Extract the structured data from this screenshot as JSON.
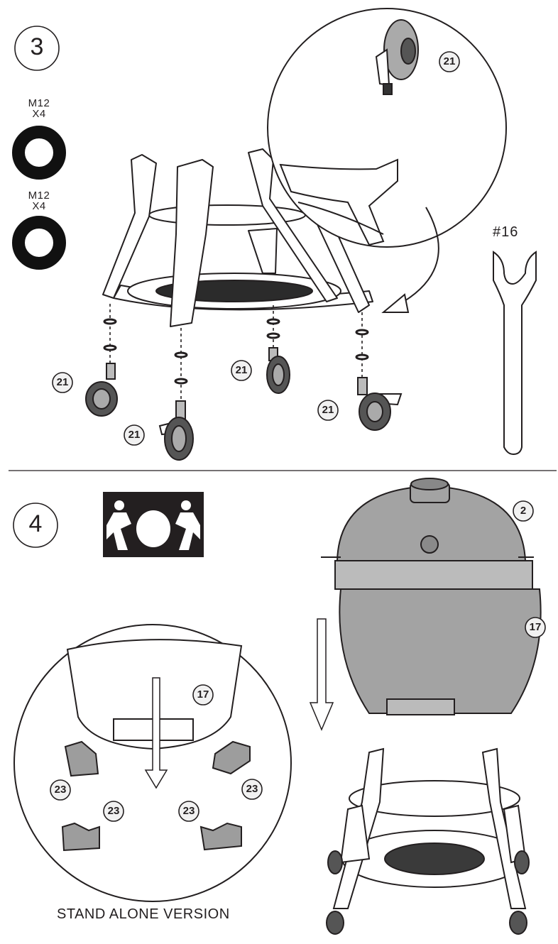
{
  "step3": {
    "number": "3",
    "washer_labels": [
      "M12\nX4",
      "M12\nX4"
    ],
    "washer_top": {
      "size": "M12",
      "qty": "X4"
    },
    "washer_bottom": {
      "size": "M12",
      "qty": "X4"
    },
    "wrench_label": "#16",
    "callouts": [
      "21",
      "21",
      "21",
      "21",
      "21"
    ]
  },
  "step4": {
    "number": "4",
    "lift_label": "x2",
    "callouts": {
      "grill": "2",
      "base": "17",
      "detail_base": "17",
      "feet": [
        "23",
        "23",
        "23",
        "23"
      ]
    },
    "caption": "STAND ALONE VERSION"
  },
  "colors": {
    "line": "#231f20",
    "gray": "#9d9d9d",
    "dark": "#231f20"
  }
}
